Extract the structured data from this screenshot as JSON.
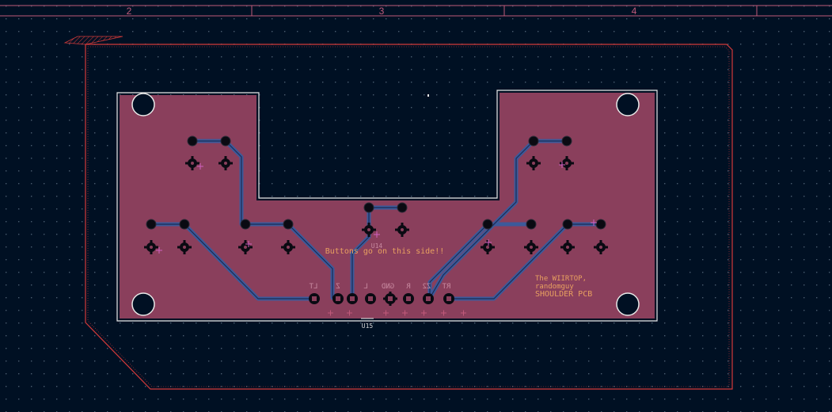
{
  "ruler": {
    "labels": [
      "2",
      "3",
      "4"
    ]
  },
  "board": {
    "silk_note": "Buttons go on this side!!",
    "title_lines": [
      "The WIIRTOP,",
      "randomguy",
      "SHOULDER PCB"
    ],
    "ref_upper": "U14",
    "ref_lower": "U15",
    "pin_labels": [
      "LT",
      "Z",
      "L",
      "GND",
      "R",
      "Z2",
      "RT"
    ]
  },
  "colors": {
    "background": "#001023",
    "copper_fill": "#8a3f5c",
    "trace": "#3c5a9a",
    "edge_cuts": "#d43a3a",
    "outline": "#e8e8e8",
    "silk": "#e8a060"
  }
}
